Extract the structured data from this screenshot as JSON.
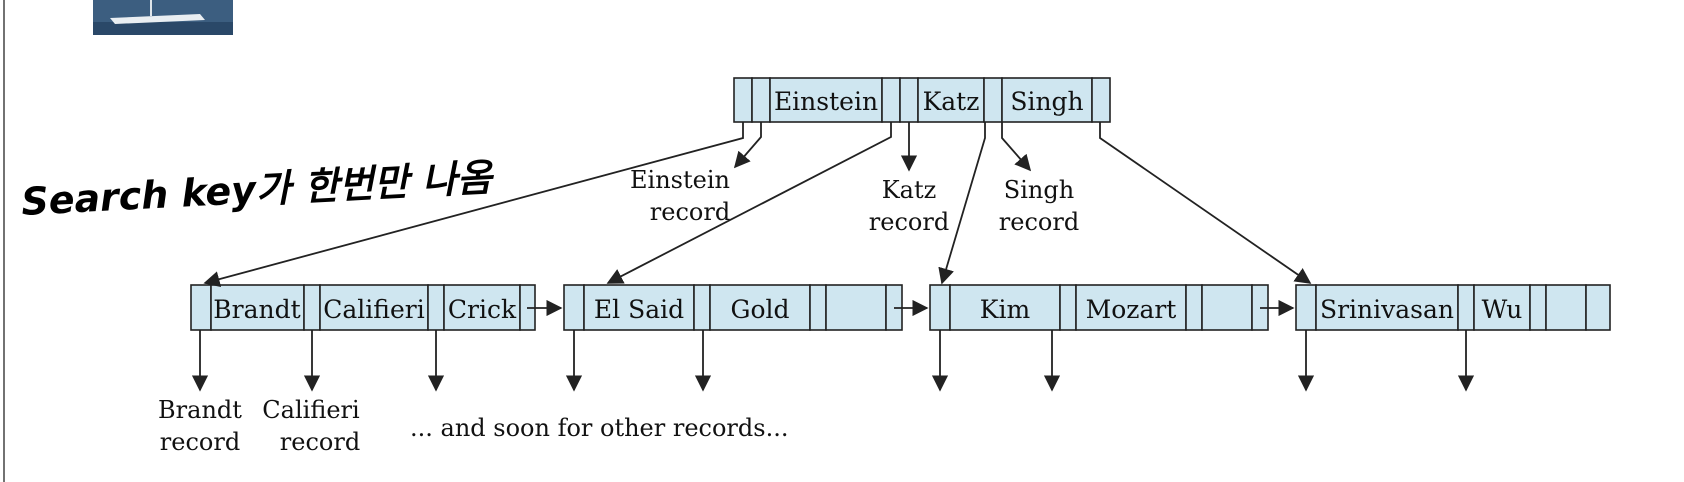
{
  "annotation": "Search key가 한번만 나옴",
  "tree": {
    "root": [
      "Einstein",
      "Katz",
      "Singh"
    ],
    "leaves": [
      [
        "Brandt",
        "Califieri",
        "Crick"
      ],
      [
        "El Said",
        "Gold",
        ""
      ],
      [
        "Kim",
        "Mozart",
        ""
      ],
      [
        "Srinivasan",
        "Wu",
        ""
      ]
    ]
  },
  "record_labels": {
    "einstein": [
      "Einstein",
      "record"
    ],
    "katz": [
      "Katz",
      "record"
    ],
    "singh": [
      "Singh",
      "record"
    ],
    "brandt": [
      "Brandt",
      "record"
    ],
    "califieri": [
      "Califieri",
      "record"
    ]
  },
  "footnote": "... and soon for other records..."
}
